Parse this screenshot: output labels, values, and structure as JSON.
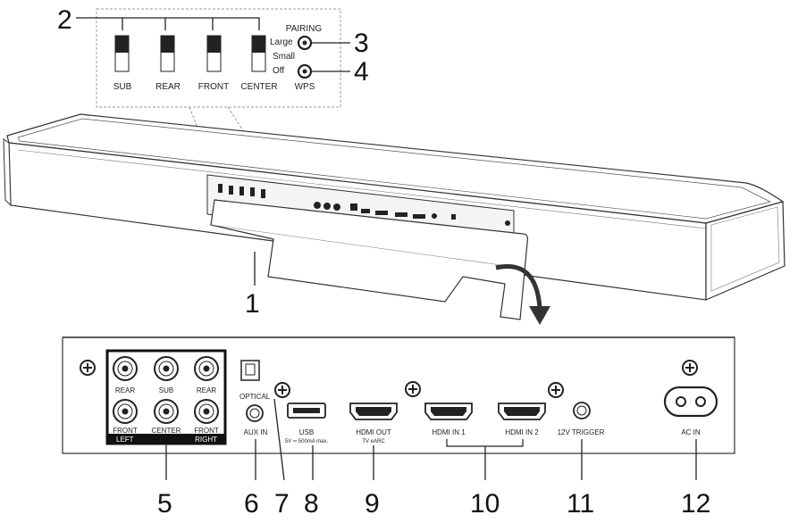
{
  "callouts": {
    "n1": "1",
    "n2": "2",
    "n3": "3",
    "n4": "4",
    "n5": "5",
    "n6": "6",
    "n7": "7",
    "n8": "8",
    "n9": "9",
    "n10": "10",
    "n11": "11",
    "n12": "12"
  },
  "switches": {
    "sub": "SUB",
    "rear": "REAR",
    "front": "FRONT",
    "center": "CENTER"
  },
  "pairing": {
    "title": "PAIRING",
    "large": "Large",
    "small": "Small",
    "off": "Off",
    "wps": "WPS"
  },
  "panel": {
    "rca_rear_left": "REAR",
    "rca_sub": "SUB",
    "rca_rear_right": "REAR",
    "rca_front_left": "FRONT",
    "rca_center": "CENTER",
    "rca_front_right": "FRONT",
    "left": "LEFT",
    "right": "RIGHT",
    "optical": "OPTICAL",
    "aux_in": "AUX IN",
    "usb": "USB",
    "usb_spec": "5V ═ 500mA max.",
    "hdmi_out": "HDMI OUT",
    "tv_earc": "TV eARC",
    "hdmi_in1": "HDMI IN 1",
    "hdmi_in2": "HDMI IN 2",
    "trigger": "12V TRIGGER",
    "ac_in": "AC IN"
  }
}
